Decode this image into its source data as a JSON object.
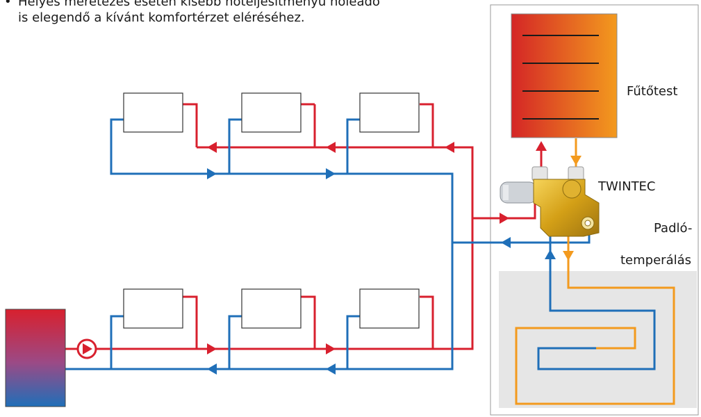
{
  "bullet": {
    "marker": "•",
    "line1": "Helyes méretezés esetén kisebb hőteljesítményű hőleadó",
    "line2": "is elegendő a kívánt komfortérzet eléréséhez."
  },
  "labels": {
    "radiator": "Fűtőtest",
    "valve": "TWINTEC",
    "floor_line1": "Padló-",
    "floor_line2": "temperálás"
  },
  "colors": {
    "supply": "#d8202e",
    "return": "#1f6fb8",
    "floor_supply": "#f39a1e",
    "panel_bg": "#e6e6e6",
    "brass": "#d4a017"
  }
}
